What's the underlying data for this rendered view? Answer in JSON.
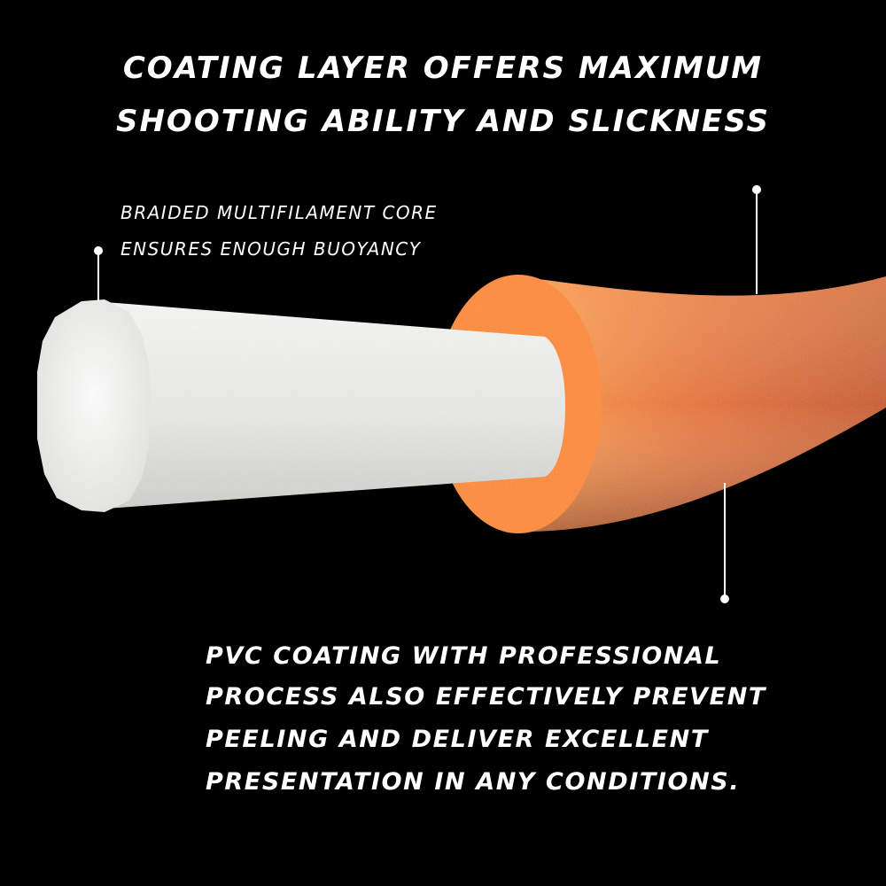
{
  "headline": {
    "line1": "COATING LAYER OFFERS MAXIMUM",
    "line2": "SHOOTING ABILITY AND SLICKNESS"
  },
  "core_callout": {
    "line1": "BRAIDED MULTIFILAMENT CORE",
    "line2": "ENSURES ENOUGH BUOYANCY"
  },
  "coating_callout": {
    "line1": "PVC COATING WITH PROFESSIONAL",
    "line2": "PROCESS ALSO EFFECTIVELY PREVENT",
    "line3": "PEELING AND DELIVER EXCELLENT",
    "line4": "PRESENTATION IN ANY CONDITIONS."
  },
  "colors": {
    "background": "#000000",
    "text": "#ffffff",
    "core": "#eeeeec",
    "coating_face": "#ff8a2a",
    "coating_body": "#e46a1e"
  }
}
